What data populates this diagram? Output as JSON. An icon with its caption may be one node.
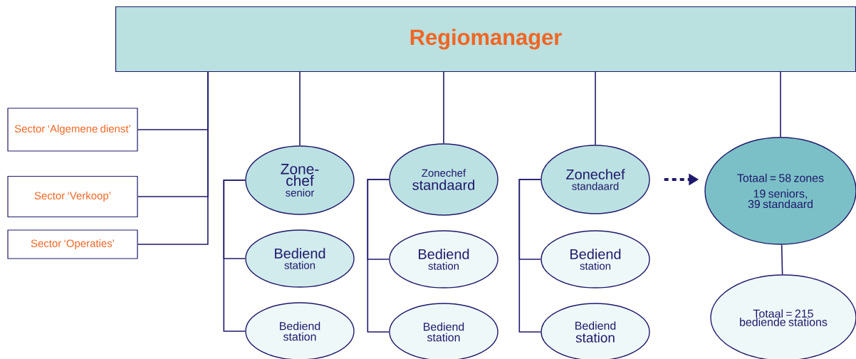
{
  "diagram": {
    "nodes": [
      {
        "text": [
          "Regiomanager"
        ]
      },
      {
        "text": [
          "Sector ‘Algemene dienst’"
        ]
      },
      {
        "text": [
          "Sector ‘Verkoop’"
        ]
      },
      {
        "text": [
          "Sector ‘Operaties’"
        ]
      },
      {
        "text": [
          "Zone- chef",
          "senior"
        ]
      },
      {
        "text": [
          "Bediend",
          "station"
        ]
      },
      {
        "text": [
          "Bediend",
          "station"
        ]
      },
      {
        "text": [
          "Zonechef",
          "standaard"
        ]
      },
      {
        "text": [
          "Bediend",
          "station"
        ]
      },
      {
        "text": [
          "Bediend",
          "station"
        ]
      },
      {
        "text": [
          "Zonechef",
          "standaard"
        ]
      },
      {
        "text": [
          "Bediend",
          "station"
        ]
      },
      {
        "text": [
          "Bediend",
          "station"
        ]
      },
      {
        "text": [
          "Totaal = 58 zones",
          "19 seniors, 39 standaard"
        ]
      },
      {
        "text": [
          "Totaal = 215 bediende stations"
        ]
      }
    ],
    "edges": [
      {
        "from": 0,
        "to": 1,
        "arrow": "none"
      },
      {
        "from": 0,
        "to": 2,
        "arrow": "none"
      },
      {
        "from": 0,
        "to": 3,
        "arrow": "none"
      },
      {
        "from": 0,
        "to": 4,
        "arrow": "none"
      },
      {
        "from": 0,
        "to": 7,
        "arrow": "none"
      },
      {
        "from": 0,
        "to": 10,
        "arrow": "none"
      },
      {
        "from": 0,
        "to": 13,
        "arrow": "none"
      },
      {
        "from": 4,
        "to": 5,
        "arrow": "none"
      },
      {
        "from": 4,
        "to": 6,
        "arrow": "none"
      },
      {
        "from": 7,
        "to": 8,
        "arrow": "none"
      },
      {
        "from": 7,
        "to": 9,
        "arrow": "none"
      },
      {
        "from": 10,
        "to": 11,
        "arrow": "none"
      },
      {
        "from": 10,
        "to": 12,
        "arrow": "none"
      },
      {
        "from": 13,
        "to": 14,
        "arrow": "none"
      },
      {
        "from": 10,
        "to": 13,
        "arrow": "to",
        "style": "dashed"
      }
    ]
  }
}
